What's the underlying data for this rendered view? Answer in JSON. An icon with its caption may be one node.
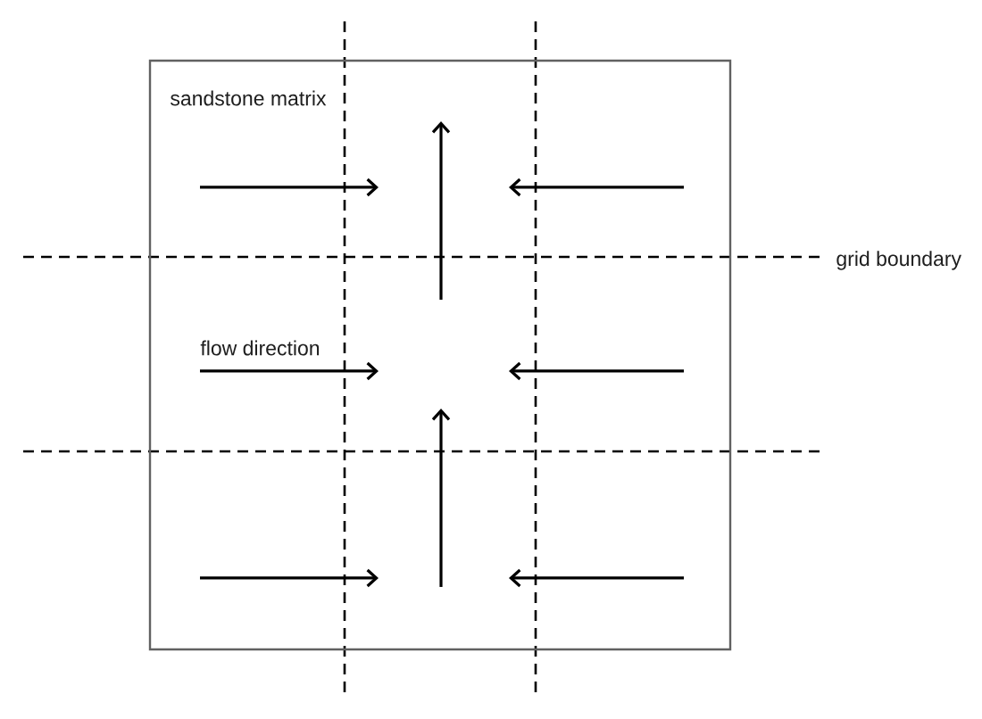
{
  "diagram": {
    "nodes": [
      {
        "text": [
          "sandstone matrix"
        ]
      }
    ],
    "labels": [
      "grid boundary",
      "flow direction"
    ]
  }
}
